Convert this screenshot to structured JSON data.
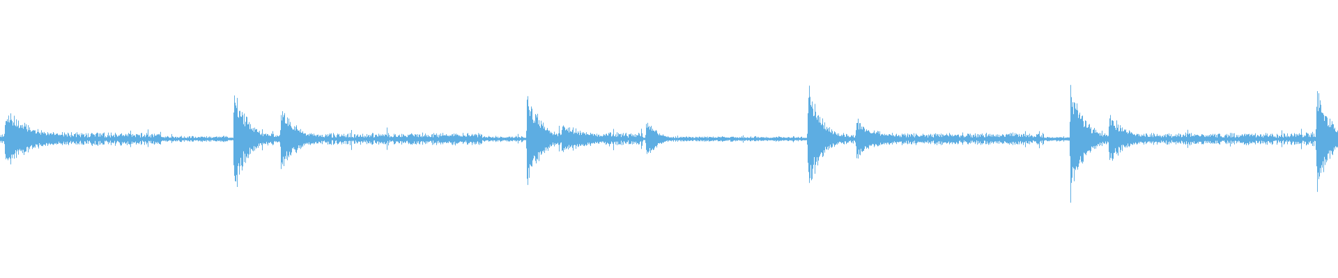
{
  "waveform": {
    "color": "#5dade2",
    "background": "#ffffff",
    "centerline_amplitude_floor": 0.02,
    "transients": [
      {
        "position": 0.004,
        "amplitude": 0.5,
        "decay": 0.02
      },
      {
        "position": 0.175,
        "amplitude": 0.86,
        "decay": 0.01
      },
      {
        "position": 0.21,
        "amplitude": 0.55,
        "decay": 0.012
      },
      {
        "position": 0.394,
        "amplitude": 0.85,
        "decay": 0.01
      },
      {
        "position": 0.42,
        "amplitude": 0.26,
        "decay": 0.02
      },
      {
        "position": 0.483,
        "amplitude": 0.34,
        "decay": 0.008
      },
      {
        "position": 0.604,
        "amplitude": 0.93,
        "decay": 0.01
      },
      {
        "position": 0.64,
        "amplitude": 0.32,
        "decay": 0.018
      },
      {
        "position": 0.8,
        "amplitude": 1.0,
        "decay": 0.01
      },
      {
        "position": 0.829,
        "amplitude": 0.46,
        "decay": 0.012
      },
      {
        "position": 0.984,
        "amplitude": 0.88,
        "decay": 0.01
      }
    ],
    "noise_regions": [
      {
        "start": 0.0,
        "end": 0.12,
        "level": 0.09
      },
      {
        "start": 0.12,
        "end": 0.17,
        "level": 0.04
      },
      {
        "start": 0.175,
        "end": 0.36,
        "level": 0.08
      },
      {
        "start": 0.36,
        "end": 0.394,
        "level": 0.04
      },
      {
        "start": 0.394,
        "end": 0.48,
        "level": 0.09
      },
      {
        "start": 0.48,
        "end": 0.6,
        "level": 0.035
      },
      {
        "start": 0.604,
        "end": 0.78,
        "level": 0.08
      },
      {
        "start": 0.78,
        "end": 0.8,
        "level": 0.035
      },
      {
        "start": 0.8,
        "end": 0.975,
        "level": 0.08
      },
      {
        "start": 0.975,
        "end": 1.0,
        "level": 0.11
      }
    ]
  }
}
